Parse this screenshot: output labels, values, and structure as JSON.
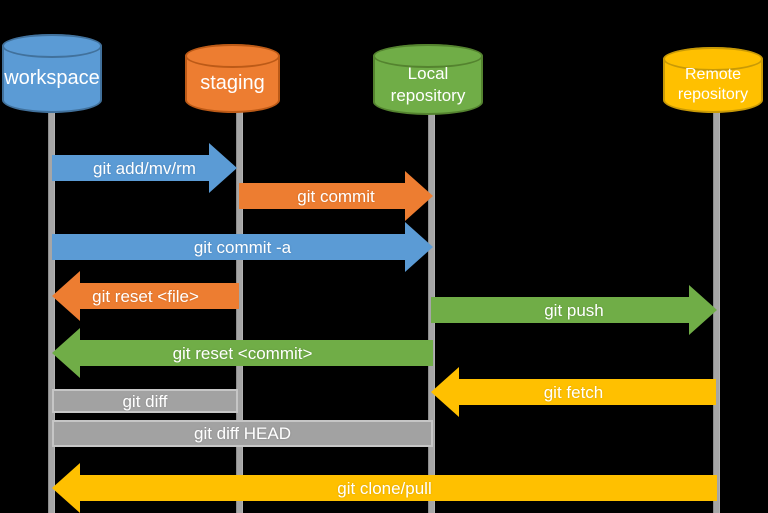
{
  "diagram": {
    "background_color": "#000000",
    "text_color": "#FFFFFF",
    "lifeline_color": "#A6A6A6",
    "nodes": [
      {
        "id": "workspace",
        "label": "workspace",
        "shape": "cylinder",
        "fill": "#5B9BD5",
        "stroke": "#41719C"
      },
      {
        "id": "staging",
        "label": "staging",
        "shape": "cylinder",
        "fill": "#ED7D31",
        "stroke": "#BC5A17"
      },
      {
        "id": "local-repository",
        "label": "Local repository",
        "shape": "cylinder",
        "fill": "#70AD47",
        "stroke": "#54832F"
      },
      {
        "id": "remote-repository",
        "label": "Remote repository",
        "shape": "cylinder",
        "fill": "#FFC000",
        "stroke": "#C99A06"
      }
    ],
    "connectors": [
      {
        "id": "git-add",
        "label": "git add/mv/rm",
        "from": "workspace",
        "to": "staging",
        "shape": "arrow",
        "direction": "right",
        "color": "#5B9BD5"
      },
      {
        "id": "git-commit",
        "label": "git commit",
        "from": "staging",
        "to": "local-repository",
        "shape": "arrow",
        "direction": "right",
        "color": "#ED7D31"
      },
      {
        "id": "git-commit-a",
        "label": "git commit -a",
        "from": "workspace",
        "to": "local-repository",
        "shape": "arrow",
        "direction": "right",
        "color": "#5B9BD5"
      },
      {
        "id": "git-reset-file",
        "label": "git reset <file>",
        "from": "staging",
        "to": "workspace",
        "shape": "arrow",
        "direction": "left",
        "color": "#ED7D31"
      },
      {
        "id": "git-push",
        "label": "git push",
        "from": "local-repository",
        "to": "remote-repository",
        "shape": "arrow",
        "direction": "right",
        "color": "#70AD47"
      },
      {
        "id": "git-reset-commit",
        "label": "git reset <commit>",
        "from": "local-repository",
        "to": "workspace",
        "shape": "arrow",
        "direction": "left",
        "color": "#70AD47"
      },
      {
        "id": "git-fetch",
        "label": "git fetch",
        "from": "remote-repository",
        "to": "local-repository",
        "shape": "arrow",
        "direction": "left",
        "color": "#FFC000"
      },
      {
        "id": "git-diff",
        "label": "git diff",
        "from": "workspace",
        "to": "staging",
        "shape": "bar",
        "direction": "none",
        "color": "#A6A6A6"
      },
      {
        "id": "git-diff-head",
        "label": "git diff HEAD",
        "from": "workspace",
        "to": "local-repository",
        "shape": "bar",
        "direction": "none",
        "color": "#A6A6A6"
      },
      {
        "id": "git-clone-pull",
        "label": "git clone/pull",
        "from": "remote-repository",
        "to": "workspace",
        "shape": "arrow",
        "direction": "left",
        "color": "#FFC000"
      }
    ]
  }
}
